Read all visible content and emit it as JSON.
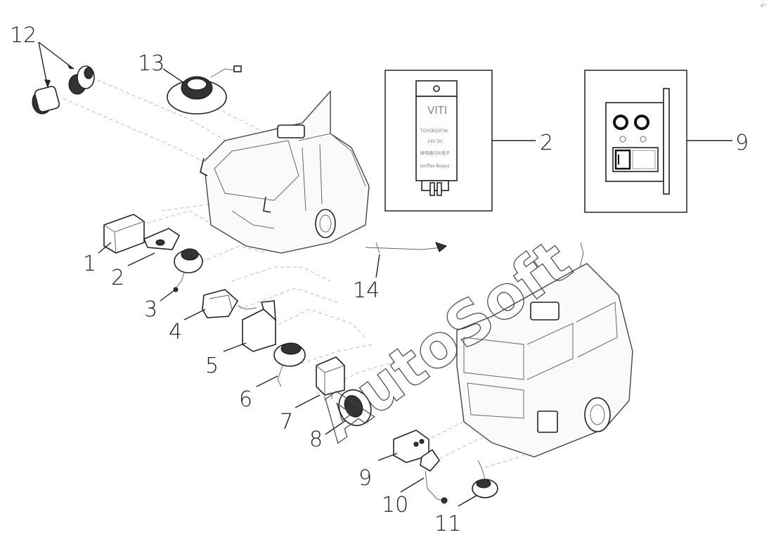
{
  "callouts": {
    "c1": "1",
    "c2": "2",
    "c3": "3",
    "c4": "4",
    "c5": "5",
    "c6": "6",
    "c7": "7",
    "c8": "8",
    "c9": "9",
    "c10": "10",
    "c11": "11",
    "c12": "12",
    "c13": "13",
    "c14": "14",
    "detail_2": "2",
    "detail_9": "9"
  },
  "detail_relay": {
    "brand": "VITI",
    "line1": "TGYCBQSFYA",
    "line2": "24V   DC",
    "line3": "继电器闪光电子",
    "line4": "Uniflex Bogus"
  },
  "watermark": "AutoSoft",
  "corner_mark": "s²⁰"
}
